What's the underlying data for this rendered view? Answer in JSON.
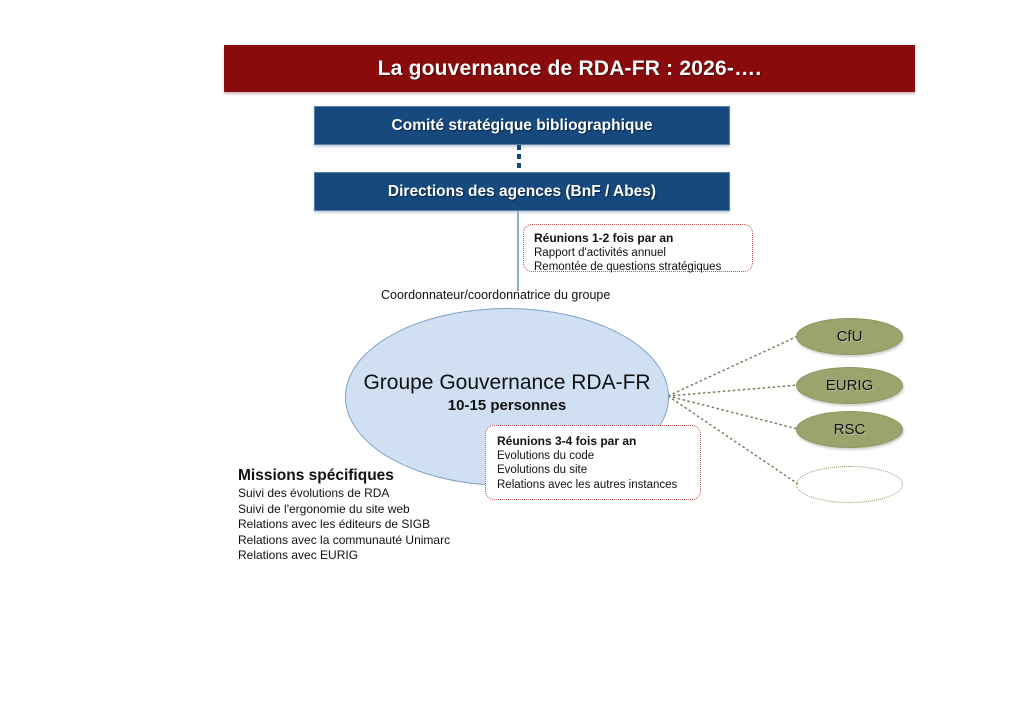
{
  "slide": {
    "title": "La gouvernance de RDA-FR : 2026-….",
    "title_bg": "#8A0B0B",
    "box_bg": "#16497D",
    "ellipse_bg": "#D0E0F2",
    "satellite_bg": "#9BA46D",
    "callout_border": "#C0504D"
  },
  "boxes": {
    "comite": "Comité stratégique bibliographique",
    "directions": "Directions des agences (BnF / Abes)"
  },
  "callout_top": {
    "heading": "Réunions 1-2 fois par an",
    "lines": [
      "Rapport d'activités annuel",
      "Remontée de questions stratégiques"
    ]
  },
  "callout_mid": {
    "heading": "Réunions 3-4 fois par an",
    "lines": [
      "Evolutions du code",
      "Evolutions du site",
      "Relations avec les autres instances"
    ]
  },
  "coordinator": {
    "label": "Coordonnateur/coordonnatrice du groupe"
  },
  "main_group": {
    "name": "Groupe Gouvernance RDA-FR",
    "size": "10-15 personnes"
  },
  "missions": {
    "heading": "Missions spécifiques",
    "items": [
      "Suivi des évolutions de RDA",
      "Suivi de l'ergonomie du site web",
      "Relations avec les éditeurs de SIGB",
      "Relations avec la communauté Unimarc",
      "Relations avec EURIG"
    ]
  },
  "satellites": [
    {
      "label": "CfU",
      "filled": true
    },
    {
      "label": "EURIG",
      "filled": true
    },
    {
      "label": "RSC",
      "filled": true
    },
    {
      "label": "",
      "filled": false
    }
  ]
}
